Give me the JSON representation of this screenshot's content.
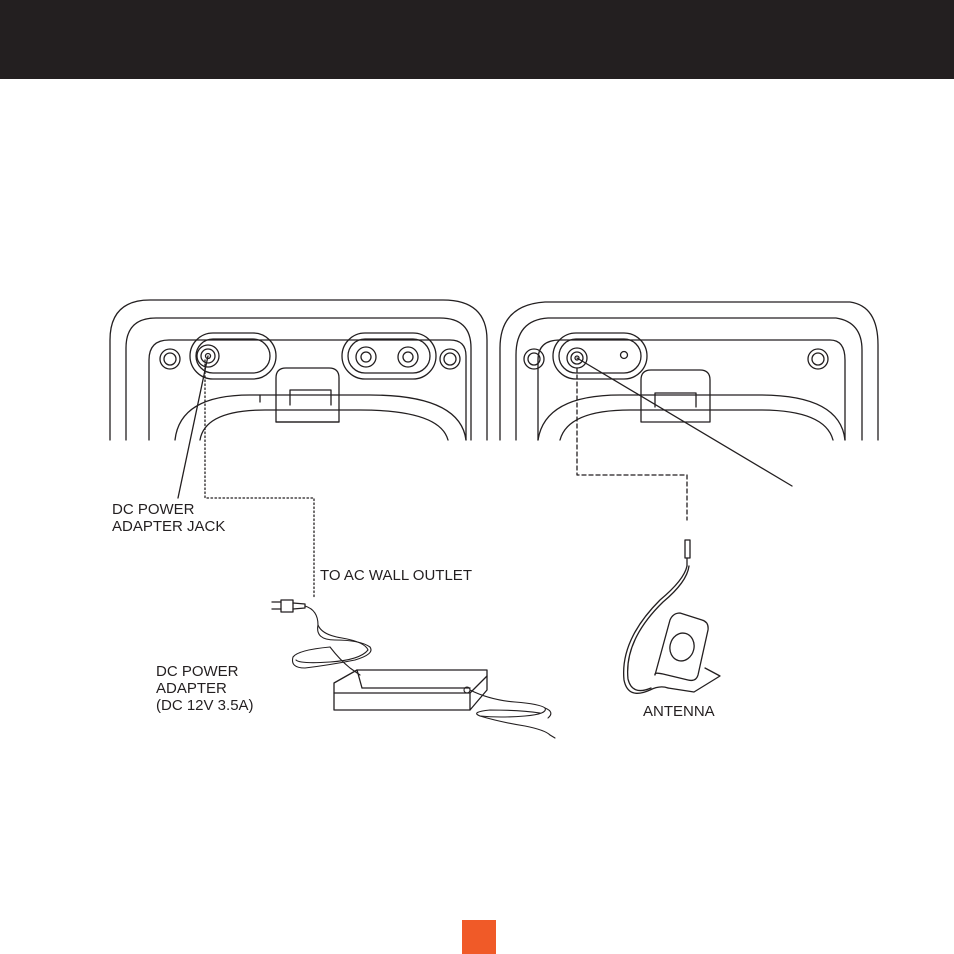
{
  "colors": {
    "header": "#231f20",
    "line": "#231f20",
    "page_marker": "#f05a28"
  },
  "labels": {
    "dc_jack_line1": "DC POWER",
    "dc_jack_line2": "ADAPTER JACK",
    "wall_outlet": "TO AC WALL OUTLET",
    "adapter_line1": "DC POWER",
    "adapter_line2": "ADAPTER",
    "adapter_line3": "(DC 12V 3.5A)",
    "antenna": "ANTENNA"
  }
}
